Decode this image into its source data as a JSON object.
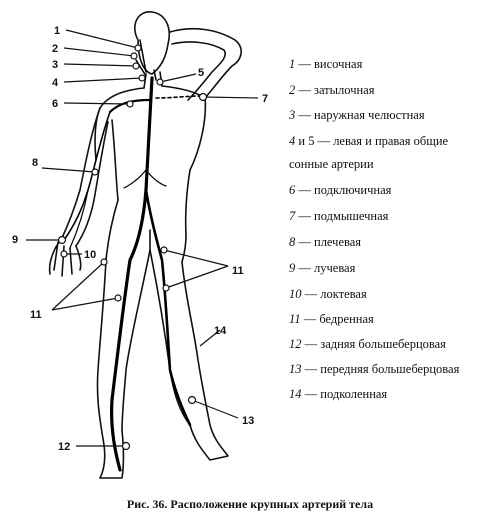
{
  "callouts": [
    "1",
    "2",
    "3",
    "4",
    "5",
    "6",
    "7",
    "8",
    "9",
    "10",
    "11",
    "11",
    "12",
    "13",
    "14"
  ],
  "legend": [
    {
      "num": "1",
      "text": " — височная"
    },
    {
      "num": "2",
      "text": " — затылочная"
    },
    {
      "num": "3",
      "text": " — наружная челюстная"
    },
    {
      "num": "4",
      "text": " и 5 — левая и правая общие"
    },
    {
      "num": "",
      "text": "сонные артерии"
    },
    {
      "num": "6",
      "text": " — подключичная"
    },
    {
      "num": "7",
      "text": " — подмышечная"
    },
    {
      "num": "8",
      "text": " — плечевая"
    },
    {
      "num": "9",
      "text": " — лучевая"
    },
    {
      "num": "10",
      "text": " — локтевая"
    },
    {
      "num": "11",
      "text": " — бедренная"
    },
    {
      "num": "12",
      "text": " — задняя большеберцовая"
    },
    {
      "num": "13",
      "text": " — передняя большеберцовая"
    },
    {
      "num": "14",
      "text": " — подколенная"
    }
  ],
  "caption": "Рис. 36. Расположение крупных артерий тела"
}
